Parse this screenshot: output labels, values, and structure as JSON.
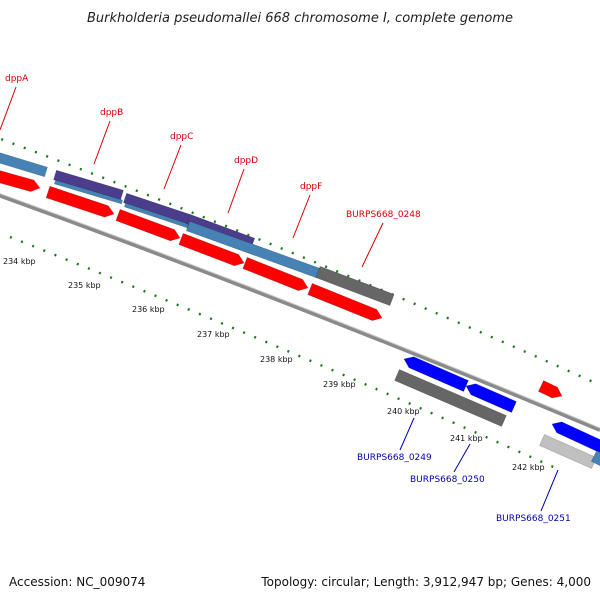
{
  "title": "Burkholderia pseudomallei 668 chromosome I, complete genome",
  "accession": "Accession: NC_009074",
  "topology": "Topology: circular; Length: 3,912,947 bp; Genes: 4,000",
  "colors": {
    "cds_forward": "#ff0000",
    "cds_reverse": "#0000ff",
    "gene_forward": "#4682b4",
    "gene_purple": "#4b3c8c",
    "gene_dark_gray": "#666666",
    "gene_light_gray": "#c0c0c0",
    "backbone": "#8a8a8a",
    "ticks": "#1a7a1a",
    "label_forward": "#d40000",
    "label_reverse": "#0000aa"
  },
  "ticks": [
    {
      "label": "234 kbp"
    },
    {
      "label": "235 kbp"
    },
    {
      "label": "236 kbp"
    },
    {
      "label": "237 kbp"
    },
    {
      "label": "238 kbp"
    },
    {
      "label": "239 kbp"
    },
    {
      "label": "240 kbp"
    },
    {
      "label": "241 kbp"
    },
    {
      "label": "242 kbp"
    }
  ],
  "gene_labels_forward": [
    {
      "name": "dppA"
    },
    {
      "name": "dppB"
    },
    {
      "name": "dppC"
    },
    {
      "name": "dppD"
    },
    {
      "name": "dppF"
    },
    {
      "name": "BURPS668_0248"
    }
  ],
  "gene_labels_reverse": [
    {
      "name": "BURPS668_0249"
    },
    {
      "name": "BURPS668_0250"
    },
    {
      "name": "BURPS668_0251"
    }
  ]
}
